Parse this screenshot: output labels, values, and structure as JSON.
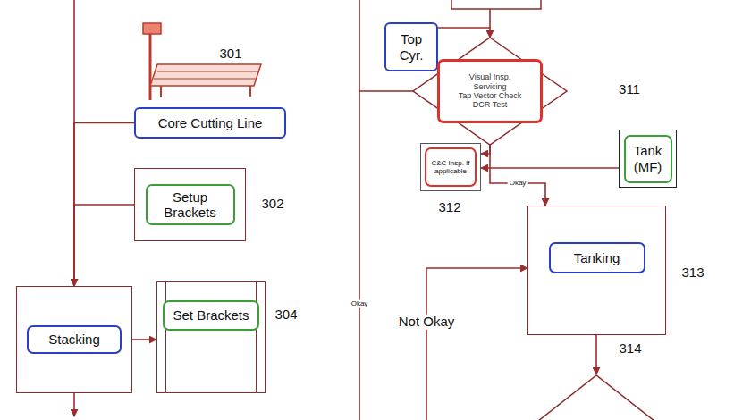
{
  "diagram": {
    "nodes": [
      {
        "text": [
          "Core Cutting Line"
        ]
      },
      {
        "text": [
          "Setup Brackets"
        ]
      },
      {
        "text": [
          "Stacking"
        ]
      },
      {
        "text": [
          "Set Brackets"
        ]
      },
      {
        "text": [
          "Top Cyr."
        ]
      },
      {
        "text": [
          "Visual Insp.",
          "Servicing",
          "Tap Vector Check",
          "DCR Test"
        ]
      },
      {
        "text": [
          "C&C Insp. If applicable"
        ]
      },
      {
        "text": [
          "Tank (MF)"
        ]
      },
      {
        "text": [
          "Tanking"
        ]
      }
    ],
    "edges": [
      {
        "from": 0,
        "to": 2,
        "arrow": "to"
      },
      {
        "from": 1,
        "to": 2,
        "arrow": "to"
      },
      {
        "from": 2,
        "to": 3,
        "arrow": "to"
      },
      {
        "from": 4,
        "to": 5,
        "arrow": "to"
      },
      {
        "from": 5,
        "to": 6,
        "arrow": "to"
      },
      {
        "from": 7,
        "to": 6,
        "arrow": "to"
      },
      {
        "from": 5,
        "to": 8,
        "arrow": "to",
        "label": "Okay"
      }
    ],
    "labels": [
      "301",
      "302",
      "304",
      "311",
      "312",
      "313",
      "314",
      "Okay",
      "Not Okay"
    ]
  }
}
